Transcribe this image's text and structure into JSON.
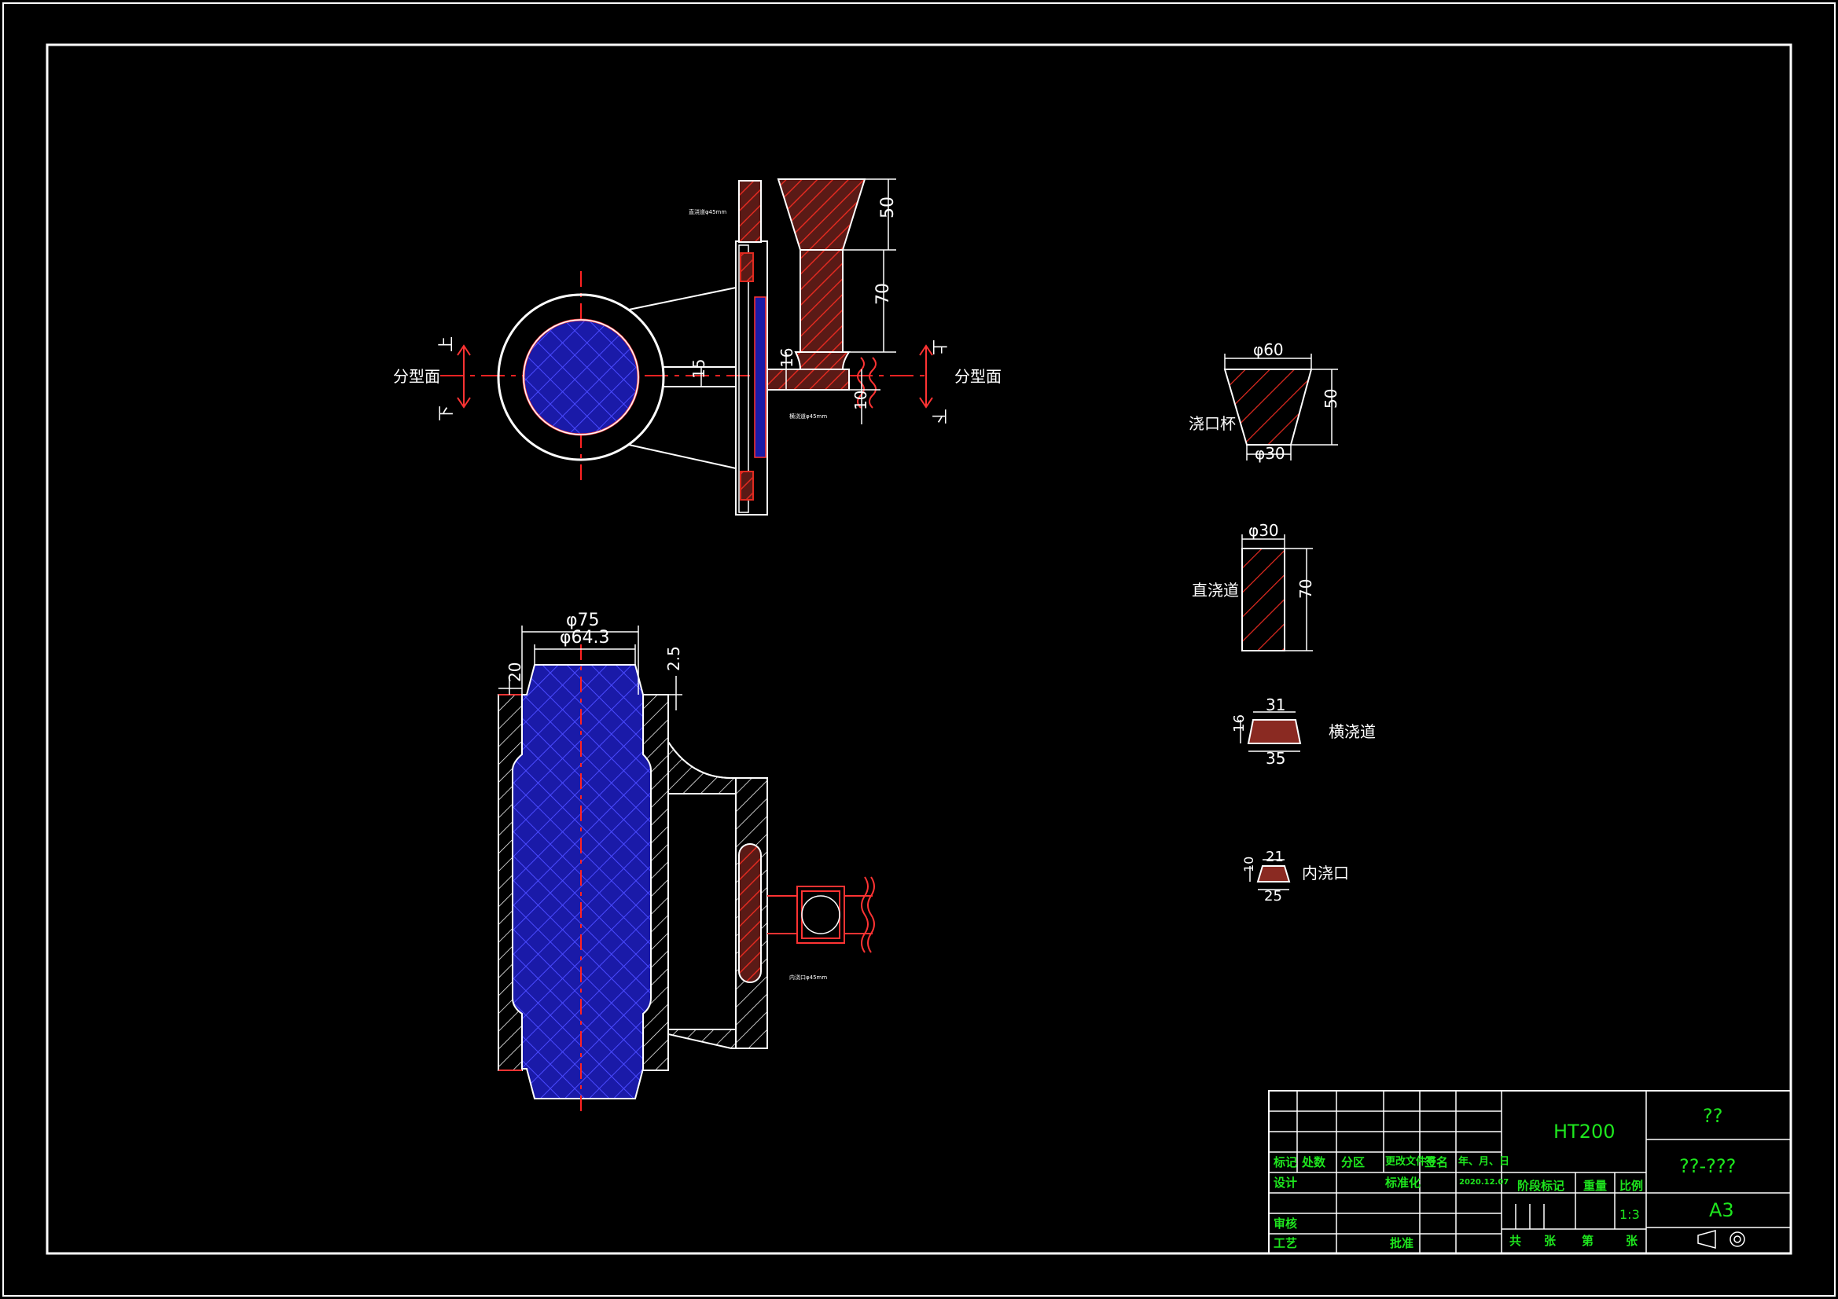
{
  "colors": {
    "background": "#000000",
    "outline": "#ffffff",
    "hatch_red": "#d82020",
    "fill_red": "#8a2a22",
    "core_blue": "#1a1aa8",
    "core_line": "#3a3aff",
    "centerline": "#ff2222",
    "title_text": "#1ee61e"
  },
  "icons": [
    "projection-symbol-icon"
  ],
  "views": {
    "top": {
      "upper_label": "上",
      "lower_label": "下",
      "parting_left": "分型面",
      "parting_right": "分型面",
      "dim_riser_50": "50",
      "dim_sprue_70": "70",
      "dim_runner_16": "16",
      "dim_gate_10": "10",
      "dim_neck_15": "15",
      "small_note_1": "直浇道φ45mm",
      "small_note_2": "横浇道φ45mm"
    },
    "front": {
      "dim_outer_dia": "φ75",
      "dim_inner_dia": "φ64.3",
      "dim_flange_20": "20",
      "dim_step_25": "2.5",
      "small_note": "内浇口φ45mm"
    }
  },
  "details": {
    "pouring_cup": {
      "label": "浇口杯",
      "top_dia": "φ60",
      "bottom_dia": "φ30",
      "height": "50"
    },
    "sprue": {
      "label": "直浇道",
      "dia": "φ30",
      "height": "70"
    },
    "runner": {
      "label": "横浇道",
      "top_width": "31",
      "bottom_width": "35",
      "height": "16"
    },
    "ingate": {
      "label": "内浇口",
      "top_width": "21",
      "bottom_width": "25",
      "height": "10"
    }
  },
  "title_block": {
    "material": "HT200",
    "part_name": "??",
    "drawing_number": "??-???",
    "sheet_size": "A3",
    "scale": "1:3",
    "date": "2020.12.07",
    "headers": [
      "标记",
      "处数",
      "分区",
      "更改文件号",
      "签名",
      "年、月、日"
    ],
    "roles": {
      "design": "设计",
      "check": "审核",
      "process": "工艺",
      "standard": "标准化",
      "approve": "批准"
    },
    "stage_mark": "阶段标记",
    "weight": "重量",
    "scale_label": "比例",
    "sheet_count": [
      "共",
      "张",
      "第",
      "张"
    ]
  }
}
